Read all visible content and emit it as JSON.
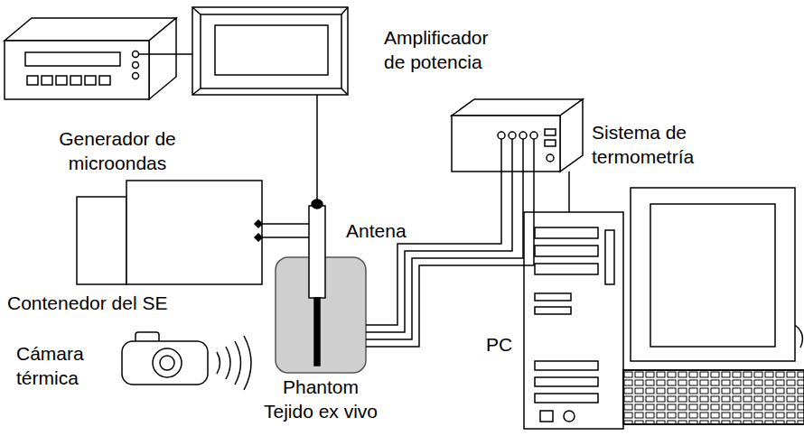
{
  "diagram": {
    "nodes": [
      {
        "text": [
          "Generador de microondas"
        ]
      },
      {
        "text": [
          "Amplificador de potencia"
        ]
      },
      {
        "text": [
          "Antena"
        ]
      },
      {
        "text": [
          "Contenedor del SE"
        ]
      },
      {
        "text": [
          "Sistema de termometría"
        ]
      },
      {
        "text": [
          "Cámara térmica"
        ]
      },
      {
        "text": [
          "Phantom",
          "Tejido ex vivo"
        ]
      },
      {
        "text": [
          "PC"
        ]
      }
    ],
    "edges": [
      {
        "from": 1,
        "to": 2,
        "arrow": "none"
      },
      {
        "from": 3,
        "to": 2,
        "arrow": "none"
      },
      {
        "from": 3,
        "to": 2,
        "arrow": "none"
      },
      {
        "from": 4,
        "to": 6,
        "arrow": "none"
      },
      {
        "from": 4,
        "to": 6,
        "arrow": "none"
      },
      {
        "from": 4,
        "to": 6,
        "arrow": "none"
      },
      {
        "from": 4,
        "to": 6,
        "arrow": "none"
      },
      {
        "from": 4,
        "to": 7,
        "arrow": "none"
      }
    ]
  }
}
